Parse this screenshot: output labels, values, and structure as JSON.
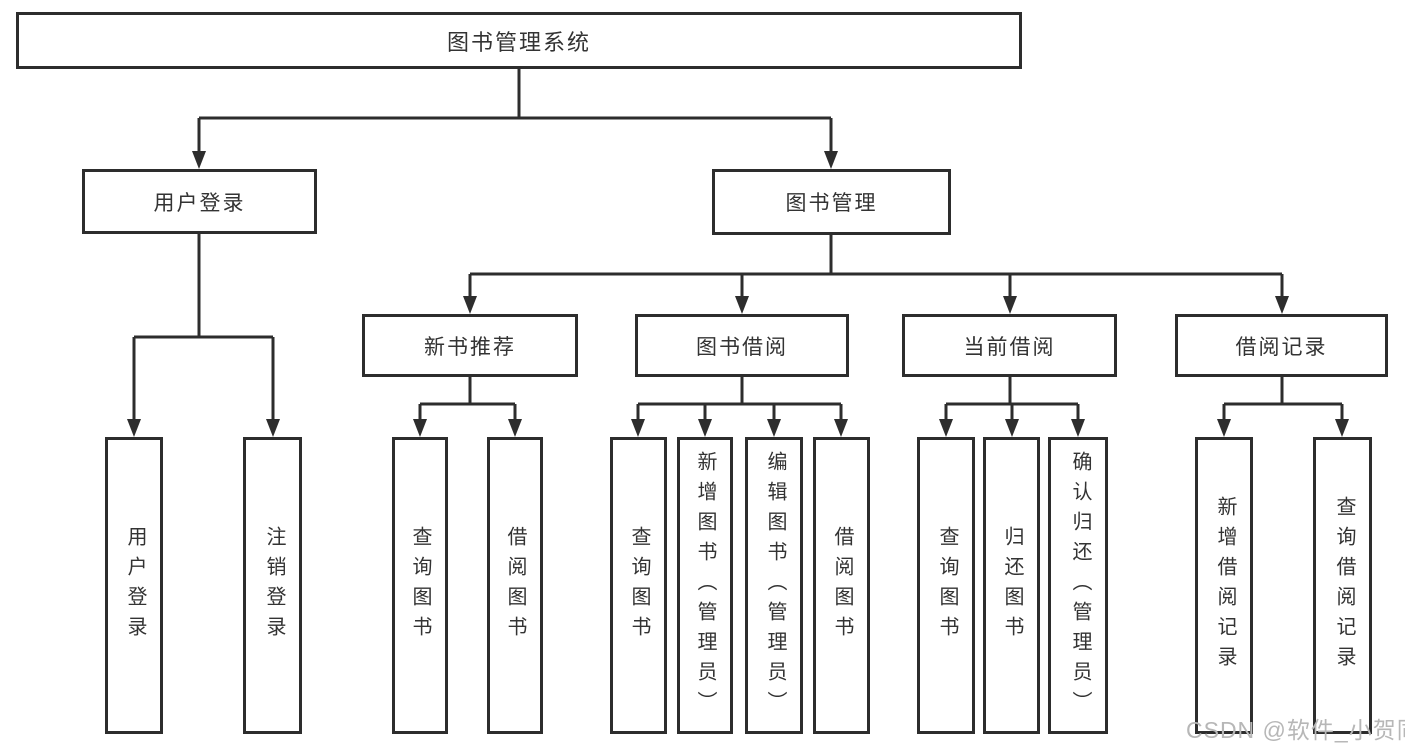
{
  "diagram": {
    "root": {
      "label": "图书管理系统"
    },
    "branches": [
      {
        "label": "用户登录",
        "parent": "图书管理系统"
      },
      {
        "label": "图书管理",
        "parent": "图书管理系统"
      }
    ],
    "modules": [
      {
        "label": "新书推荐",
        "parent": "图书管理"
      },
      {
        "label": "图书借阅",
        "parent": "图书管理"
      },
      {
        "label": "当前借阅",
        "parent": "图书管理"
      },
      {
        "label": "借阅记录",
        "parent": "图书管理"
      }
    ],
    "leaves": [
      {
        "label": "用户登录",
        "parent": "用户登录"
      },
      {
        "label": "注销登录",
        "parent": "用户登录"
      },
      {
        "label": "查询图书",
        "parent": "新书推荐"
      },
      {
        "label": "借阅图书",
        "parent": "新书推荐"
      },
      {
        "label": "查询图书",
        "parent": "图书借阅"
      },
      {
        "label": "新增图书（管理员）",
        "parent": "图书借阅"
      },
      {
        "label": "编辑图书（管理员）",
        "parent": "图书借阅"
      },
      {
        "label": "借阅图书",
        "parent": "图书借阅"
      },
      {
        "label": "查询图书",
        "parent": "当前借阅"
      },
      {
        "label": "归还图书",
        "parent": "当前借阅"
      },
      {
        "label": "确认归还（管理员）",
        "parent": "当前借阅"
      },
      {
        "label": "新增借阅记录",
        "parent": "借阅记录"
      },
      {
        "label": "查询借阅记录",
        "parent": "借阅记录"
      }
    ]
  },
  "watermark": {
    "text": "CSDN @软件_小贺同学"
  },
  "colors": {
    "line": "#2d2d2d",
    "node_border": "#2d2d2d",
    "text": "#333333",
    "watermark": "#b7b7b7",
    "background": "#ffffff"
  }
}
